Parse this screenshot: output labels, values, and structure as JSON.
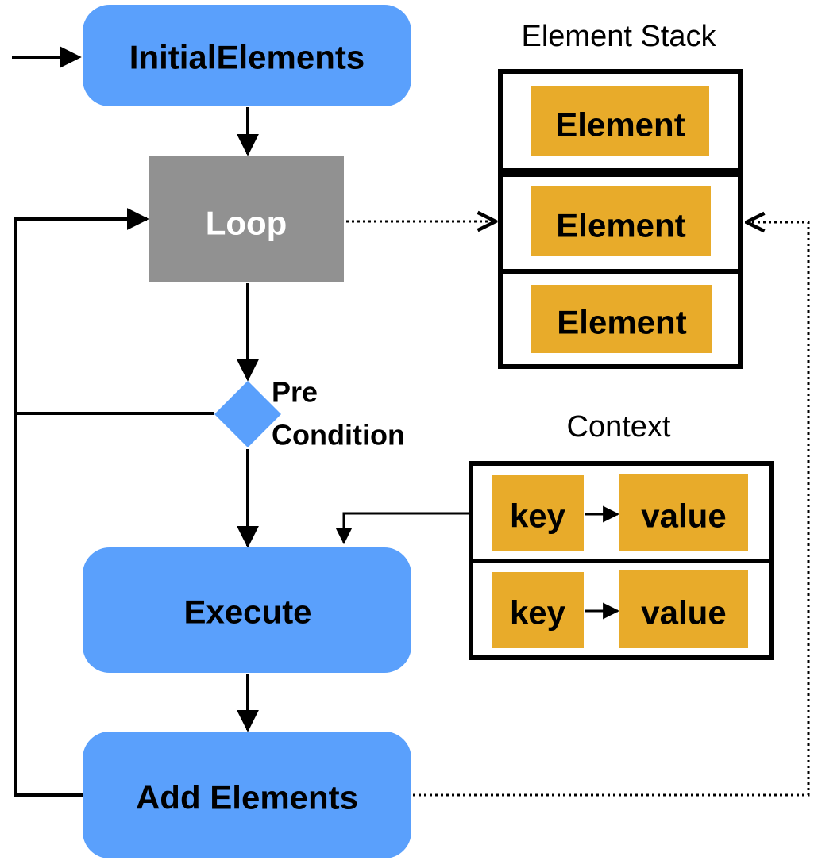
{
  "nodes": {
    "initial_elements": "InitialElements",
    "loop": "Loop",
    "pre_condition_line1": "Pre",
    "pre_condition_line2": "Condition",
    "execute": "Execute",
    "add_elements": "Add Elements"
  },
  "element_stack": {
    "title": "Element Stack",
    "items": [
      "Element",
      "Element",
      "Element"
    ]
  },
  "context": {
    "title": "Context",
    "entries": [
      {
        "key": "key",
        "value": "value"
      },
      {
        "key": "key",
        "value": "value"
      }
    ]
  },
  "colors": {
    "blue": "#5aa0fc",
    "gray": "#919191",
    "orange": "#e8ab2a",
    "black": "#000000"
  }
}
